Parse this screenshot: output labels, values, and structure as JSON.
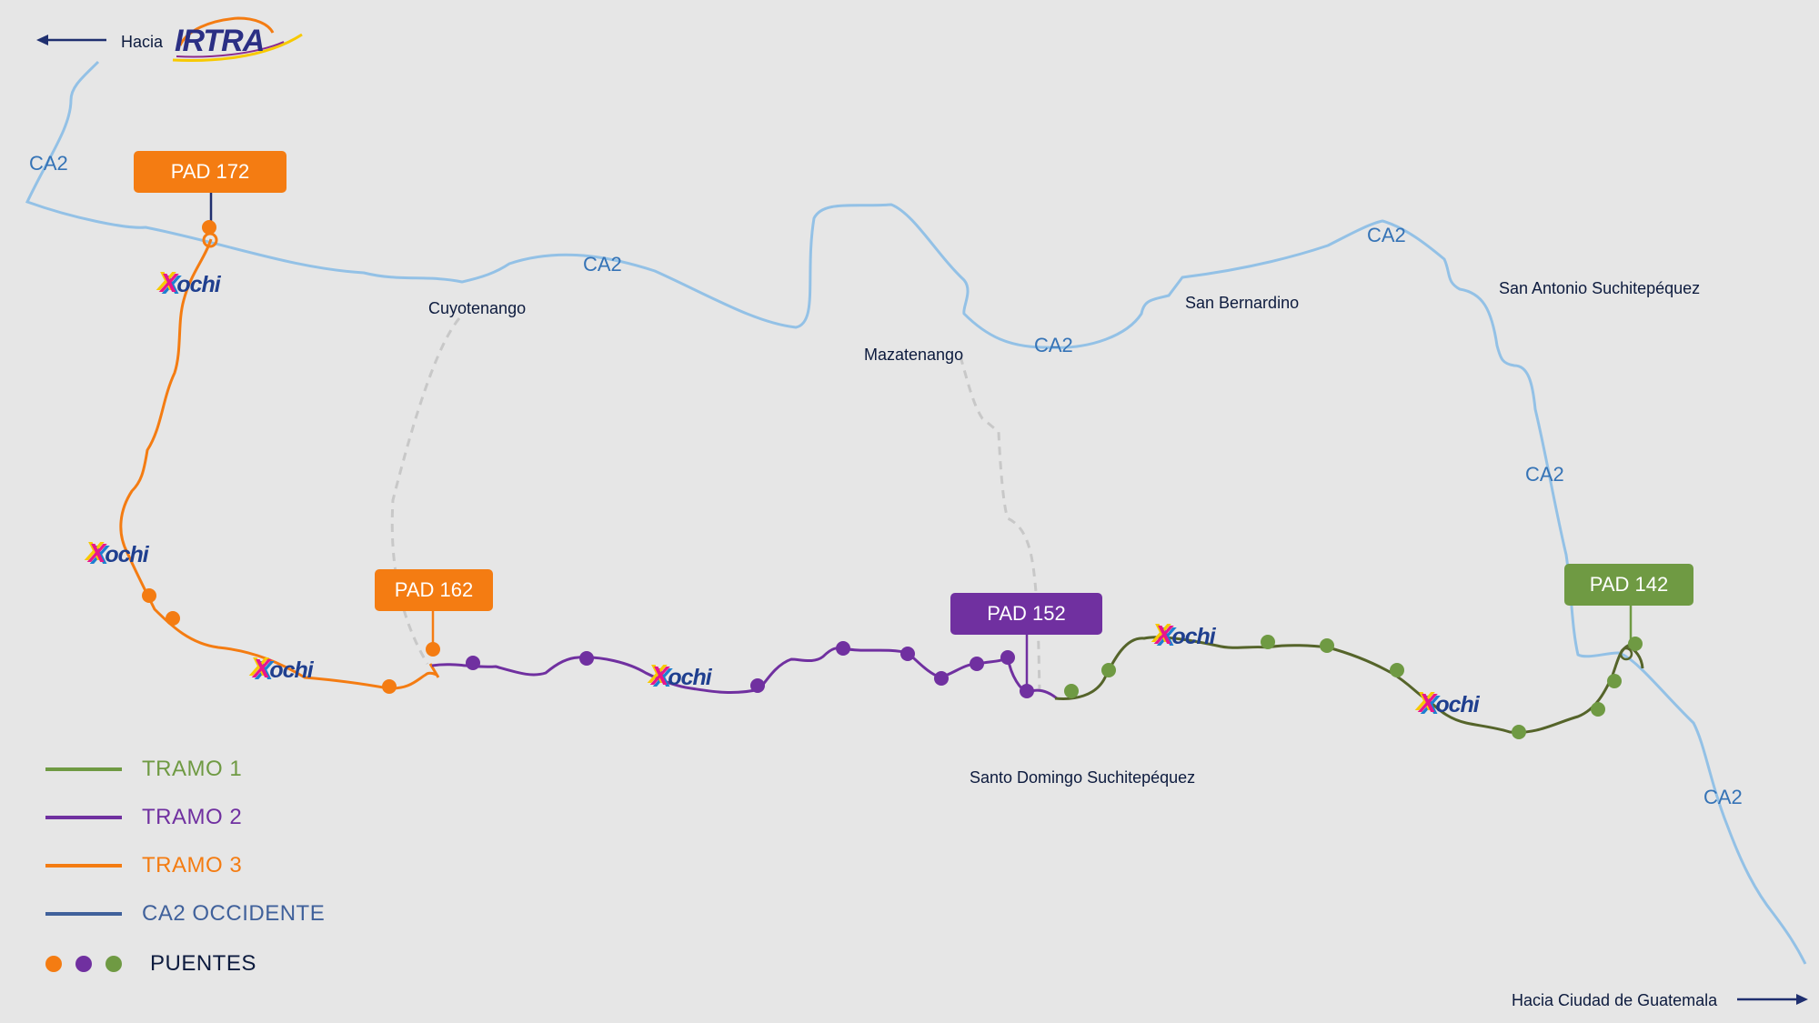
{
  "header": {
    "hacia_label": "Hacia",
    "logo_text": "IRTRA"
  },
  "footer": {
    "destination": "Hacia Ciudad de Guatemala"
  },
  "towns": {
    "cuyotenango": "Cuyotenango",
    "mazatenango": "Mazatenango",
    "san_bernardino": "San Bernardino",
    "san_antonio": "San Antonio Suchitepéquez",
    "santo_domingo": "Santo Domingo Suchitepéquez"
  },
  "road_label": "CA2",
  "pads": {
    "pad172": "PAD 172",
    "pad162": "PAD 162",
    "pad152": "PAD 152",
    "pad142": "PAD 142"
  },
  "xochi_logo": {
    "initial": "X",
    "rest": "ochi"
  },
  "legend": {
    "tramo1": "TRAMO 1",
    "tramo2": "TRAMO 2",
    "tramo3": "TRAMO 3",
    "ca2": "CA2 OCCIDENTE",
    "puentes": "PUENTES"
  },
  "colors": {
    "tramo1": "#6f9a43",
    "tramo1_line": "#55642a",
    "tramo2": "#7030a0",
    "tramo3": "#f47c12",
    "ca2_road": "#93c1e6",
    "ca2_legend": "#40619b",
    "secondary_road": "#c8c8c8",
    "text_dark": "#0d1b3e"
  }
}
